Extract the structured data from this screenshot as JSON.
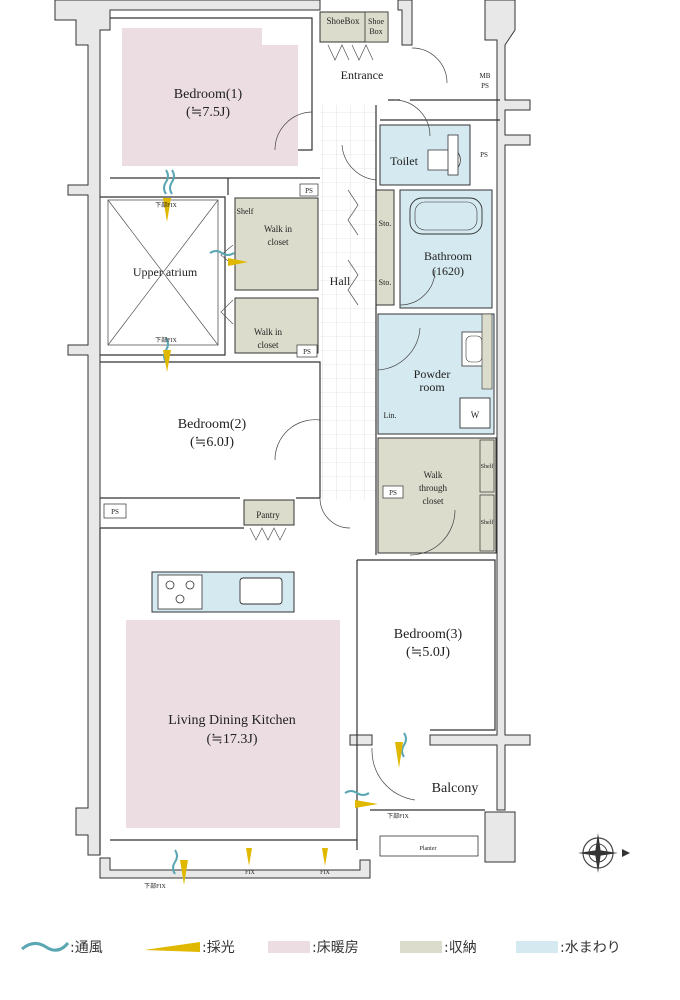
{
  "rooms": {
    "bedroom1": {
      "name": "Bedroom(1)",
      "size": "(≒7.5J)"
    },
    "bedroom2": {
      "name": "Bedroom(2)",
      "size": "(≒6.0J)"
    },
    "bedroom3": {
      "name": "Bedroom(3)",
      "size": "(≒5.0J)"
    },
    "ldk": {
      "name": "Living Dining Kitchen",
      "size": "(≒17.3J)"
    },
    "atrium": "Upper atrium",
    "entrance": "Entrance",
    "hall": "Hall",
    "toilet": "Toilet",
    "bathroom": {
      "name": "Bathroom",
      "size": "(1620)"
    },
    "powder": {
      "line1": "Powder",
      "line2": "room"
    },
    "balcony": "Balcony",
    "pantry": "Pantry",
    "planter": "Planter",
    "wic1": {
      "line1": "Walk in",
      "line2": "closet"
    },
    "wic2": {
      "line1": "Walk in",
      "line2": "closet"
    },
    "wtc": {
      "line1": "Walk",
      "line2": "through",
      "line3": "closet"
    }
  },
  "small_labels": {
    "shoebox1": "ShoeBox",
    "shoebox2_a": "Shoe",
    "shoebox2_b": "Box",
    "mbps_a": "MB",
    "mbps_b": "PS",
    "ps": "PS",
    "shelf": "Shelf",
    "sto": "Sto.",
    "lin": "Lin.",
    "w": "W",
    "fix_lower": "下部FIX",
    "fix": "FIX"
  },
  "legend": [
    {
      "icon": "wind-icon",
      "label": ":通風",
      "color": "#5aa7b3"
    },
    {
      "icon": "light-icon",
      "label": ":採光",
      "color": "#e1b800"
    },
    {
      "icon": "floor-heating-swatch",
      "label": ":床暖房",
      "color": "#ecdde3"
    },
    {
      "icon": "storage-swatch",
      "label": ":収納",
      "color": "#dcdccc"
    },
    {
      "icon": "water-swatch",
      "label": ":水まわり",
      "color": "#d4e9f0"
    }
  ],
  "colors": {
    "floor_heating": "#ecdde3",
    "storage": "#dcdccc",
    "water": "#d4e9f0",
    "wall": "#e8e8e8",
    "wind": "#5aa7b3",
    "light": "#e1b800"
  }
}
